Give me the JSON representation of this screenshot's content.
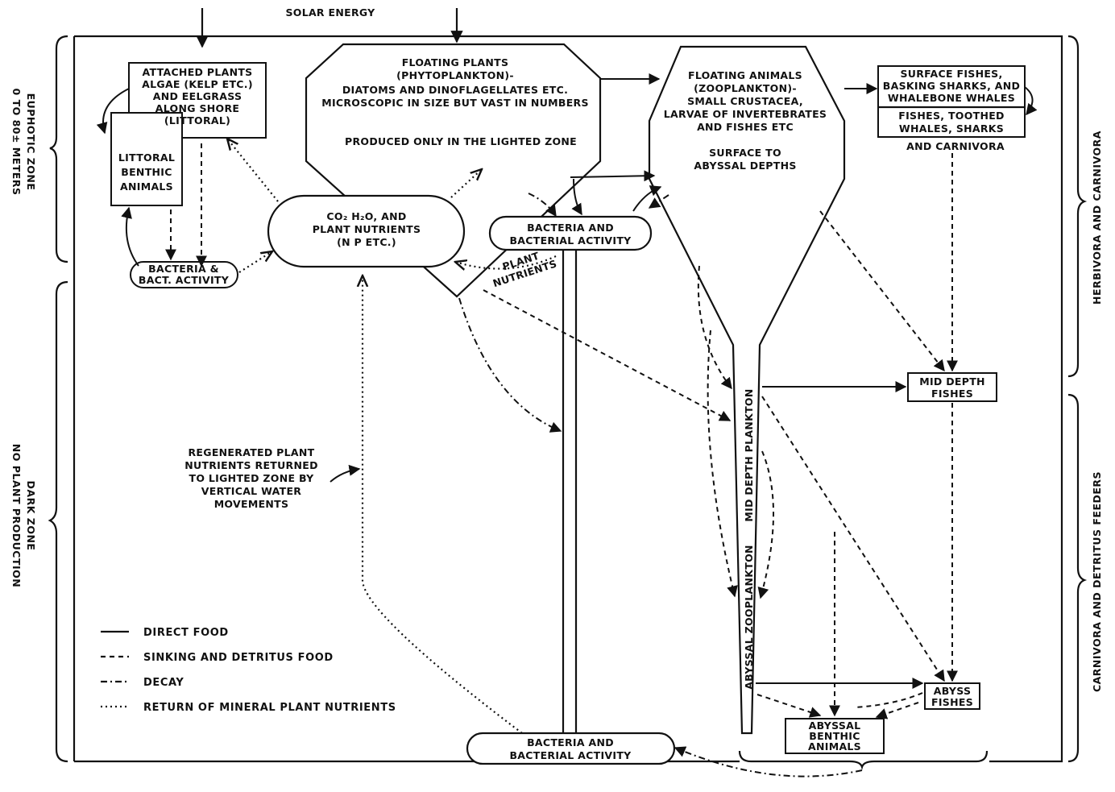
{
  "top_label": "SOLAR ENERGY",
  "left_side": {
    "euphotic_line1": "EUPHOTIC ZONE",
    "euphotic_line2": "0 TO 80± METERS",
    "dark_line1": "DARK ZONE",
    "dark_line2": "NO PLANT PRODUCTION"
  },
  "right_side": {
    "herbivora": "HERBIVORA AND CARNIVORA",
    "detritus": "CARNIVORA AND DETRITUS FEEDERS"
  },
  "boxes": {
    "attached_plants": [
      "ATTACHED PLANTS",
      "ALGAE (KELP ETC.)",
      "AND EELGRASS",
      "ALONG SHORE",
      "(LITTORAL)"
    ],
    "littoral_benthic": [
      "LITTORAL",
      "BENTHIC",
      "ANIMALS"
    ],
    "bacteria_small": [
      "BACTERIA &",
      "BACT. ACTIVITY"
    ],
    "floating_plants": [
      "FLOATING PLANTS",
      "(PHYTOPLANKTON)-",
      "DIATOMS AND DINOFLAGELLATES ETC.",
      "MICROSCOPIC IN SIZE BUT VAST IN NUMBERS"
    ],
    "lighted_zone": "PRODUCED ONLY IN THE LIGHTED ZONE",
    "nutrients": [
      "CO₂ H₂O, AND",
      "PLANT NUTRIENTS",
      "(N P ETC.)"
    ],
    "bacteria_mid": [
      "BACTERIA AND",
      "BACTERIAL ACTIVITY"
    ],
    "plant_nutrients": [
      "PLANT",
      "NUTRIENTS"
    ],
    "floating_animals": [
      "FLOATING ANIMALS",
      "(ZOOPLANKTON)-",
      "SMALL CRUSTACEA,",
      "LARVAE OF INVERTEBRATES",
      "AND FISHES ETC"
    ],
    "surface_abyssal": [
      "SURFACE TO",
      "ABYSSAL DEPTHS"
    ],
    "surface_fishes": [
      "SURFACE FISHES,",
      "BASKING SHARKS, AND",
      "WHALEBONE WHALES"
    ],
    "toothed_whales": [
      "FISHES, TOOTHED",
      "WHALES, SHARKS"
    ],
    "and_carnivora": "AND CARNIVORA",
    "mid_depth_fishes": [
      "MID DEPTH",
      "FISHES"
    ],
    "mid_depth_plankton": "MID DEPTH PLANKTON",
    "abyssal_zooplankton": "ABYSSAL ZOOPLANKTON",
    "abyss_fishes": [
      "ABYSS",
      "FISHES"
    ],
    "abyssal_benthic": [
      "ABYSSAL",
      "BENTHIC",
      "ANIMALS"
    ],
    "bacteria_bottom": [
      "BACTERIA AND",
      "BACTERIAL ACTIVITY"
    ],
    "regenerated": [
      "REGENERATED PLANT",
      "NUTRIENTS RETURNED",
      "TO LIGHTED ZONE BY",
      "VERTICAL WATER",
      "MOVEMENTS"
    ]
  },
  "legend": [
    {
      "style": "solid",
      "label": "DIRECT FOOD"
    },
    {
      "style": "dashed",
      "label": "SINKING AND DETRITUS FOOD"
    },
    {
      "style": "dashdot",
      "label": "DECAY"
    },
    {
      "style": "dotted",
      "label": "RETURN OF MINERAL PLANT NUTRIENTS"
    }
  ]
}
